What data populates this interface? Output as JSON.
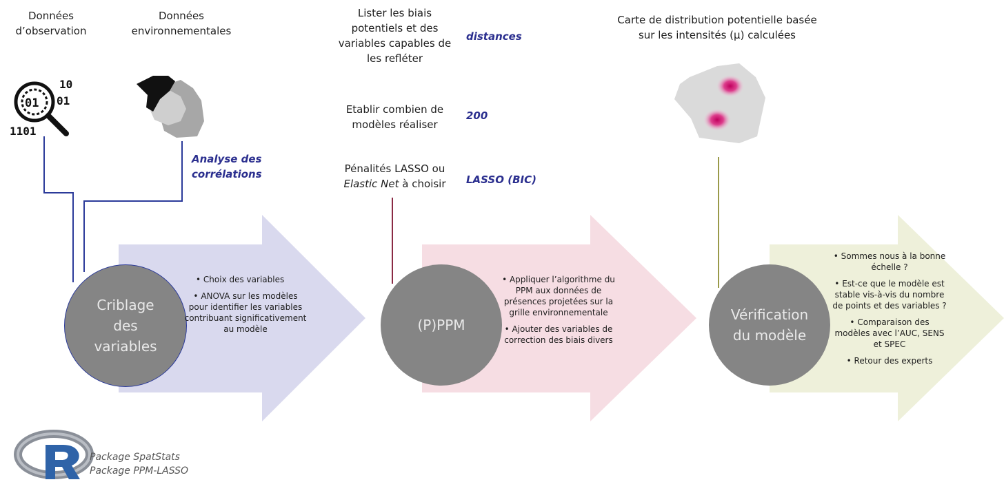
{
  "inputs": {
    "observation_label": "Données\nd’observation",
    "environment_label": "Données\nenvironnementales"
  },
  "middle_steps": [
    {
      "text": "Lister les biais\npotentiels et des\nvariables capables de\nles refléter",
      "value": "distances"
    },
    {
      "text": "Etablir combien de\nmodèles réaliser",
      "value": "200"
    },
    {
      "text_plain": "Pénalités LASSO ou",
      "text_italic": "Elastic Net",
      "text_tail": "à choisir",
      "value": "LASSO (BIC)"
    }
  ],
  "correlation_label": "Analyse des\ncorrélations",
  "output_label": "Carte de distribution potentielle basée\nsur les intensités (µ) calculées",
  "stages": [
    {
      "circle": "Criblage\ndes\nvariables",
      "bullets": [
        "Choix des variables",
        "ANOVA sur les modèles pour identifier les variables contribuant significativement au modèle"
      ]
    },
    {
      "circle": "(P)PPM",
      "bullets": [
        "Appliquer l’algorithme du PPM aux données de présences projetées sur la grille environnementale",
        "Ajouter des variables de correction des biais divers"
      ]
    },
    {
      "circle": "Vérification\ndu modèle",
      "bullets": [
        "Sommes nous à la bonne échelle ?",
        "Est-ce que le modèle est stable vis-à-vis du nombre de points et des variables ?",
        "Comparaison des modèles avec l’AUC, SENS et SPEC",
        "Retour des experts"
      ]
    }
  ],
  "data_icon_digits": [
    "10",
    "01",
    "01",
    "1101"
  ],
  "packages": [
    "Package SpatStats",
    "Package PPM-LASSO"
  ],
  "colors": {
    "arrow1": "#d9d9ee",
    "arrow2": "#f6dde3",
    "arrow3": "#eef0da",
    "line_blue": "#2b3a9a",
    "line_maroon": "#8a2a44",
    "line_olive": "#9a9a4a",
    "circle": "#858585"
  }
}
